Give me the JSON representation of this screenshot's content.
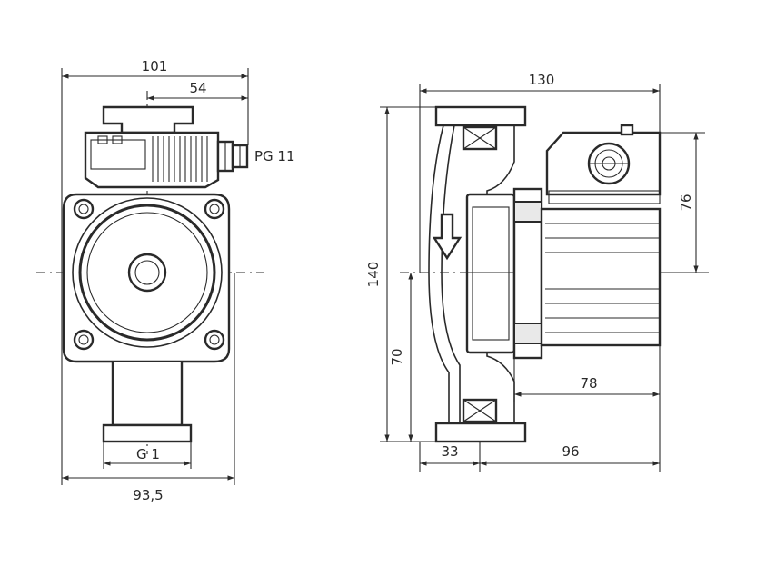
{
  "dimensions": {
    "front_width_total": "101",
    "front_width_right": "54",
    "cable_gland": "PG 11",
    "thread": "G 1",
    "front_width_body": "93,5",
    "side_length": "130",
    "side_height": "140",
    "side_half_height": "70",
    "motor_height": "76",
    "motor_depth": "78",
    "flange_offset": "33",
    "motor_length": "96"
  }
}
